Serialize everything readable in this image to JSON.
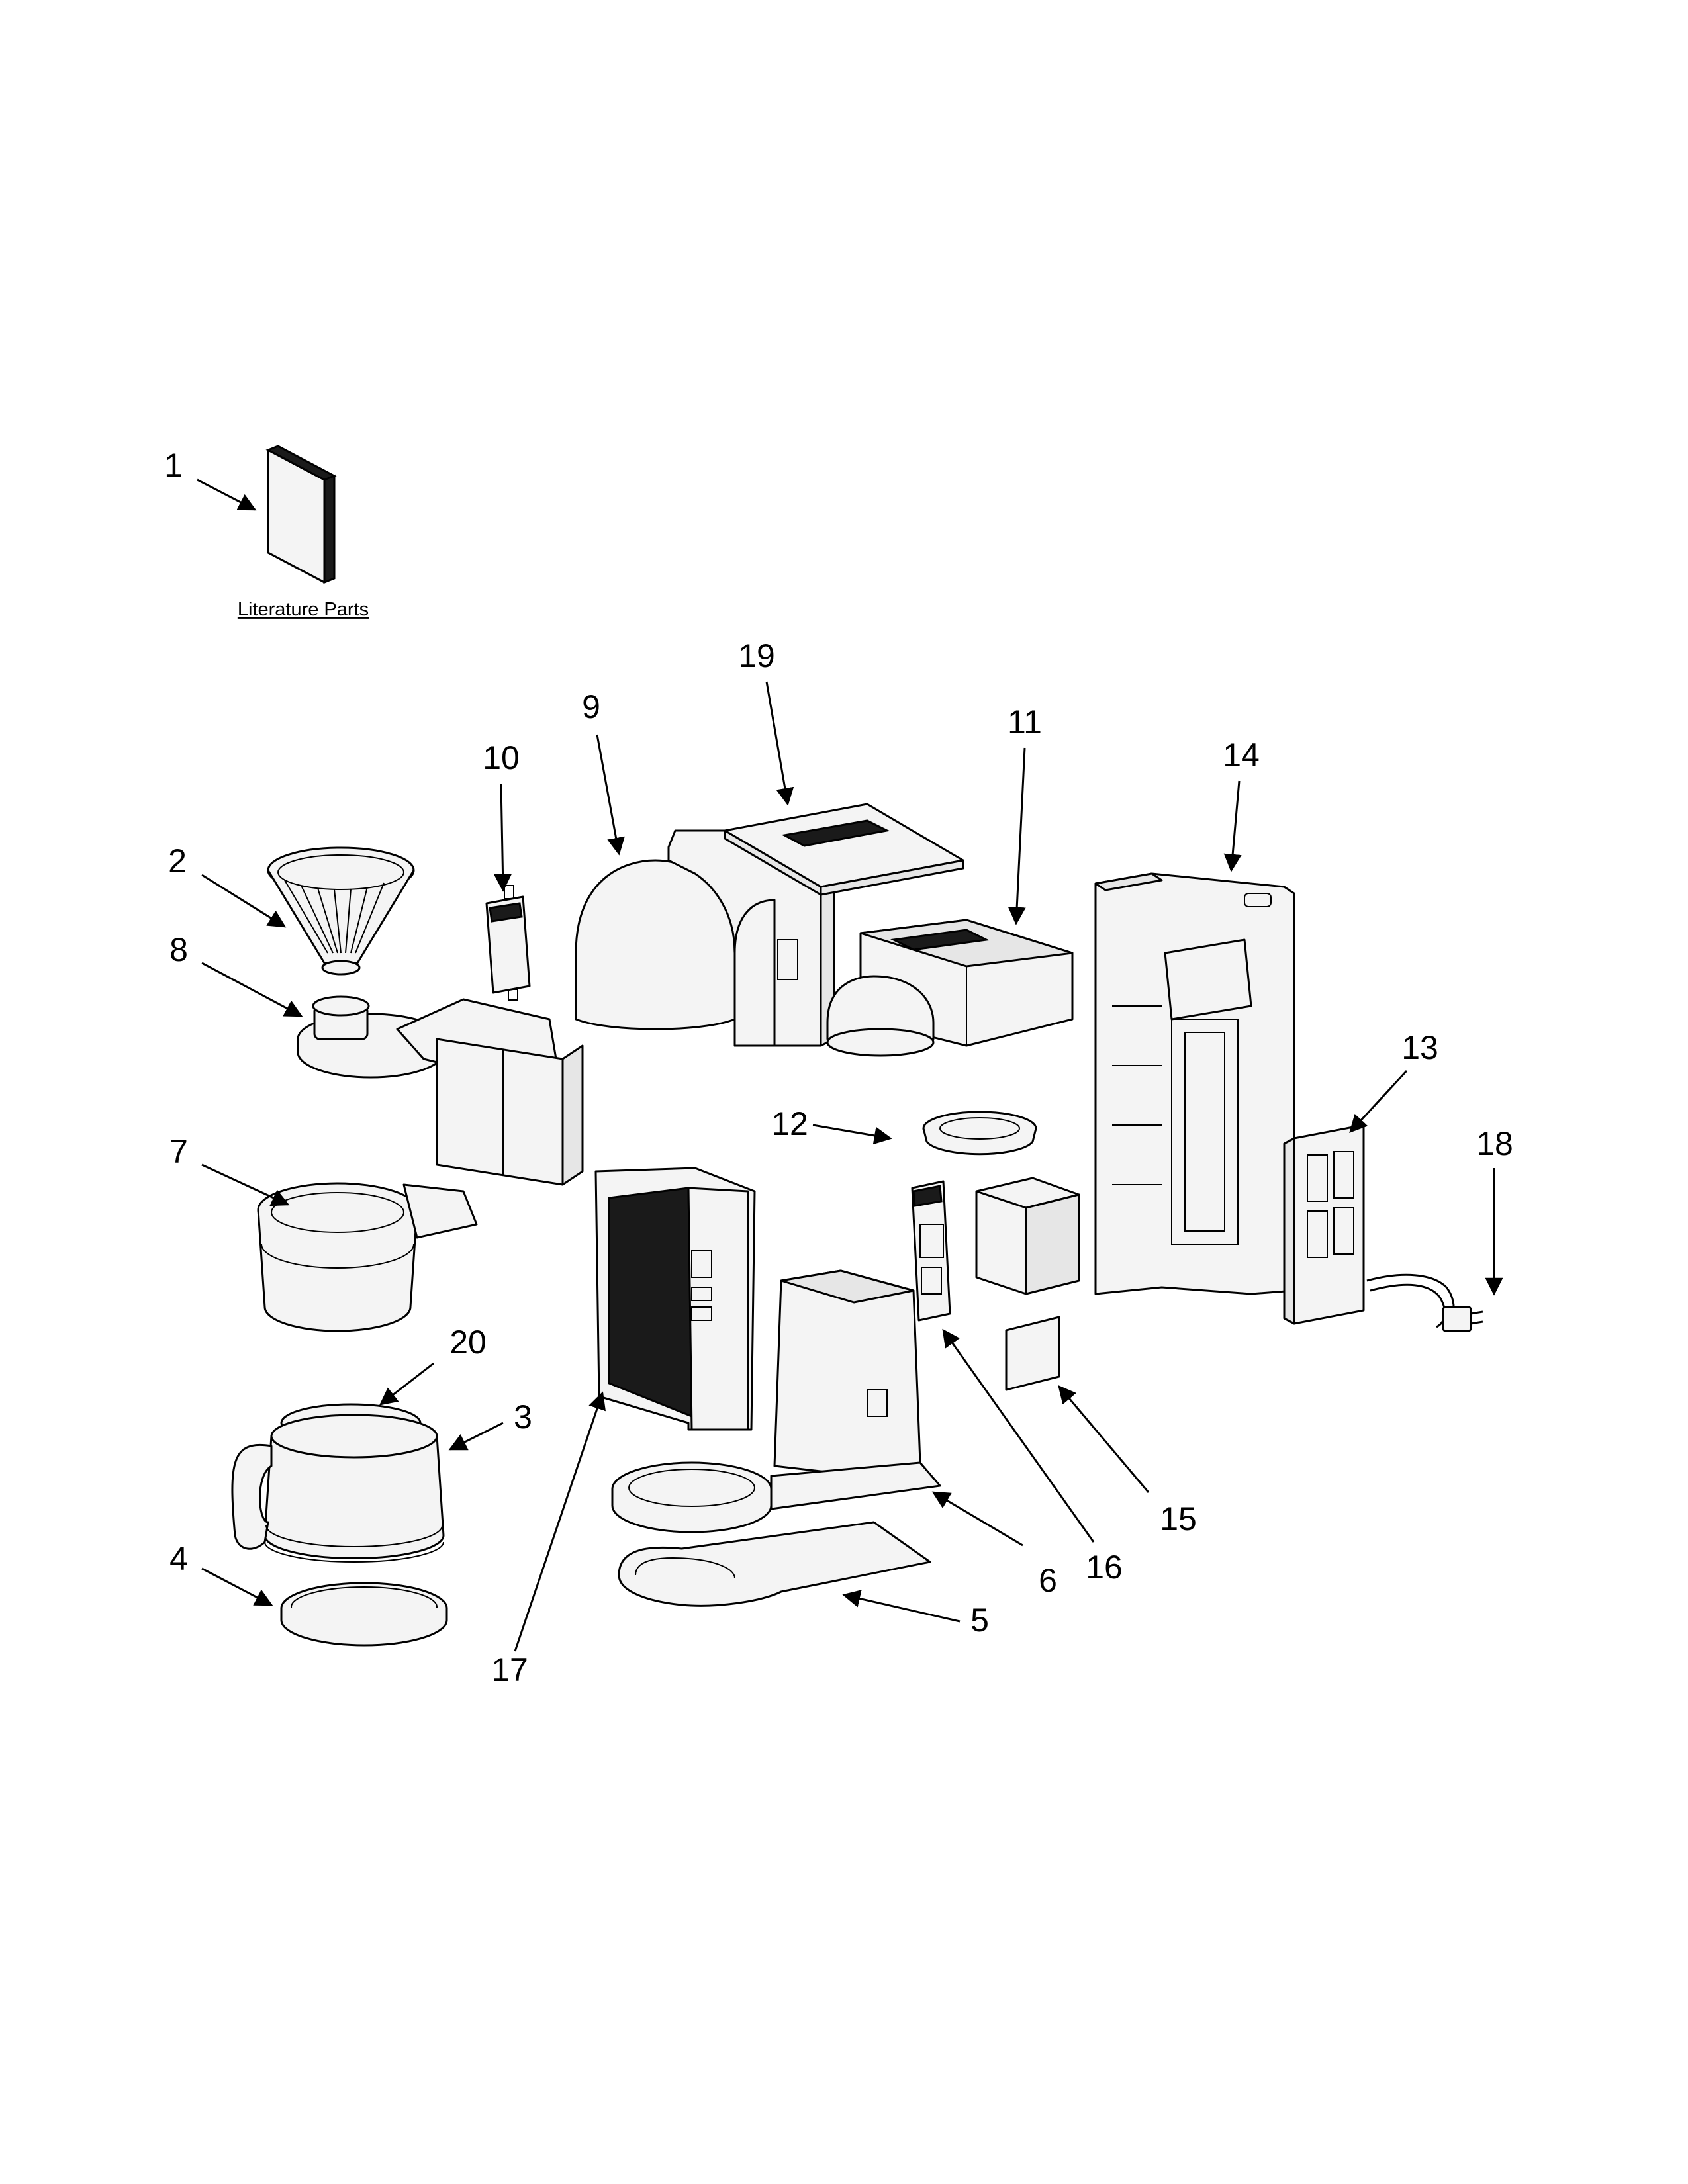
{
  "literature_caption": "Literature Parts",
  "callouts": [
    {
      "id": "1",
      "label": "1"
    },
    {
      "id": "2",
      "label": "2"
    },
    {
      "id": "3",
      "label": "3"
    },
    {
      "id": "4",
      "label": "4"
    },
    {
      "id": "5",
      "label": "5"
    },
    {
      "id": "6",
      "label": "6"
    },
    {
      "id": "7",
      "label": "7"
    },
    {
      "id": "8",
      "label": "8"
    },
    {
      "id": "9",
      "label": "9"
    },
    {
      "id": "10",
      "label": "10"
    },
    {
      "id": "11",
      "label": "11"
    },
    {
      "id": "12",
      "label": "12"
    },
    {
      "id": "13",
      "label": "13"
    },
    {
      "id": "14",
      "label": "14"
    },
    {
      "id": "15",
      "label": "15"
    },
    {
      "id": "16",
      "label": "16"
    },
    {
      "id": "17",
      "label": "17"
    },
    {
      "id": "18",
      "label": "18"
    },
    {
      "id": "19",
      "label": "19"
    },
    {
      "id": "20",
      "label": "20"
    }
  ]
}
